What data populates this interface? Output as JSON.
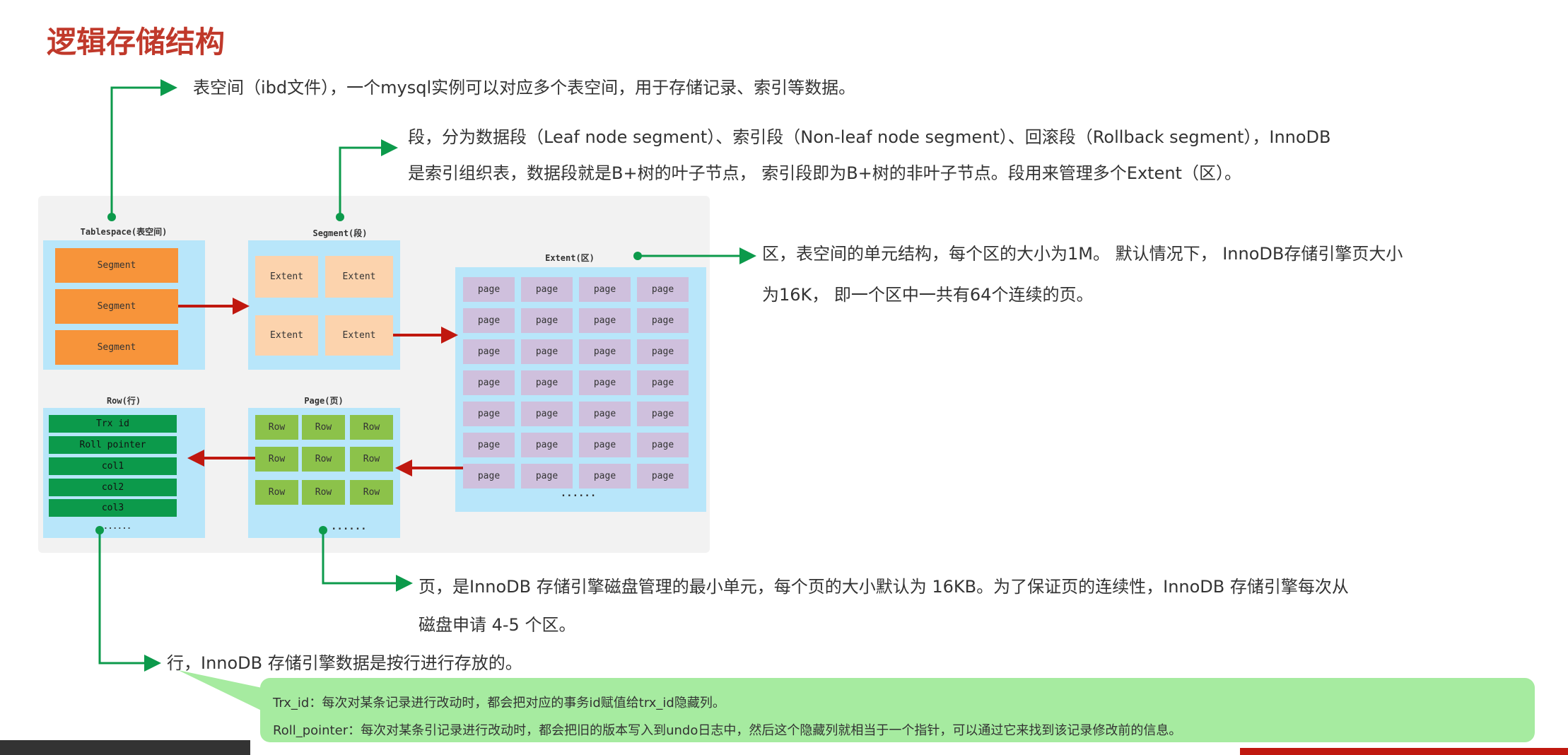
{
  "title": "逻辑存储结构",
  "descriptions": {
    "tablespace": "表空间（ibd文件），一个mysql实例可以对应多个表空间，用于存储记录、索引等数据。",
    "segment_line1": "段，分为数据段（Leaf node segment）、索引段（Non-leaf node segment）、回滚段（Rollback segment），InnoDB",
    "segment_line2": "是索引组织表，数据段就是B+树的叶子节点， 索引段即为B+树的非叶子节点。段用来管理多个Extent（区）。",
    "extent_line1": "区，表空间的单元结构，每个区的大小为1M。 默认情况下， InnoDB存储引擎页大小",
    "extent_line2": "为16K， 即一个区中一共有64个连续的页。",
    "page_line1": "页，是InnoDB 存储引擎磁盘管理的最小单元，每个页的大小默认为 16KB。为了保证页的连续性，InnoDB 存储引擎每次从",
    "page_line2": "磁盘申请 4-5 个区。",
    "row": "行，InnoDB 存储引擎数据是按行进行存放的。"
  },
  "callout": {
    "trx_id": "Trx_id：每次对某条记录进行改动时，都会把对应的事务id赋值给trx_id隐藏列。",
    "roll_pointer": "Roll_pointer：每次对某条引记录进行改动时，都会把旧的版本写入到undo日志中，然后这个隐藏列就相当于一个指针，可以通过它来找到该记录修改前的信息。"
  },
  "diagram": {
    "tablespace": {
      "label": "Tablespace(表空间)",
      "items": [
        "Segment",
        "Segment",
        "Segment"
      ]
    },
    "segment": {
      "label": "Segment(段)",
      "items": [
        "Extent",
        "Extent",
        "Extent",
        "Extent"
      ]
    },
    "extent": {
      "label": "Extent(区)",
      "cell_label": "page",
      "rows": 7,
      "cols": 4,
      "more": "......"
    },
    "page": {
      "label": "Page(页)",
      "items": [
        "Row",
        "Row",
        "Row",
        "Row",
        "Row",
        "Row",
        "Row",
        "Row",
        "Row"
      ],
      "more": "......"
    },
    "row": {
      "label": "Row(行)",
      "items": [
        "Trx id",
        "Roll pointer",
        "col1",
        "col2",
        "col3"
      ],
      "more": "......"
    }
  },
  "colors": {
    "title": "#c0392b",
    "connector": "#0c9a4b",
    "arrow": "#c0180f",
    "callout": "#a6eba0"
  }
}
